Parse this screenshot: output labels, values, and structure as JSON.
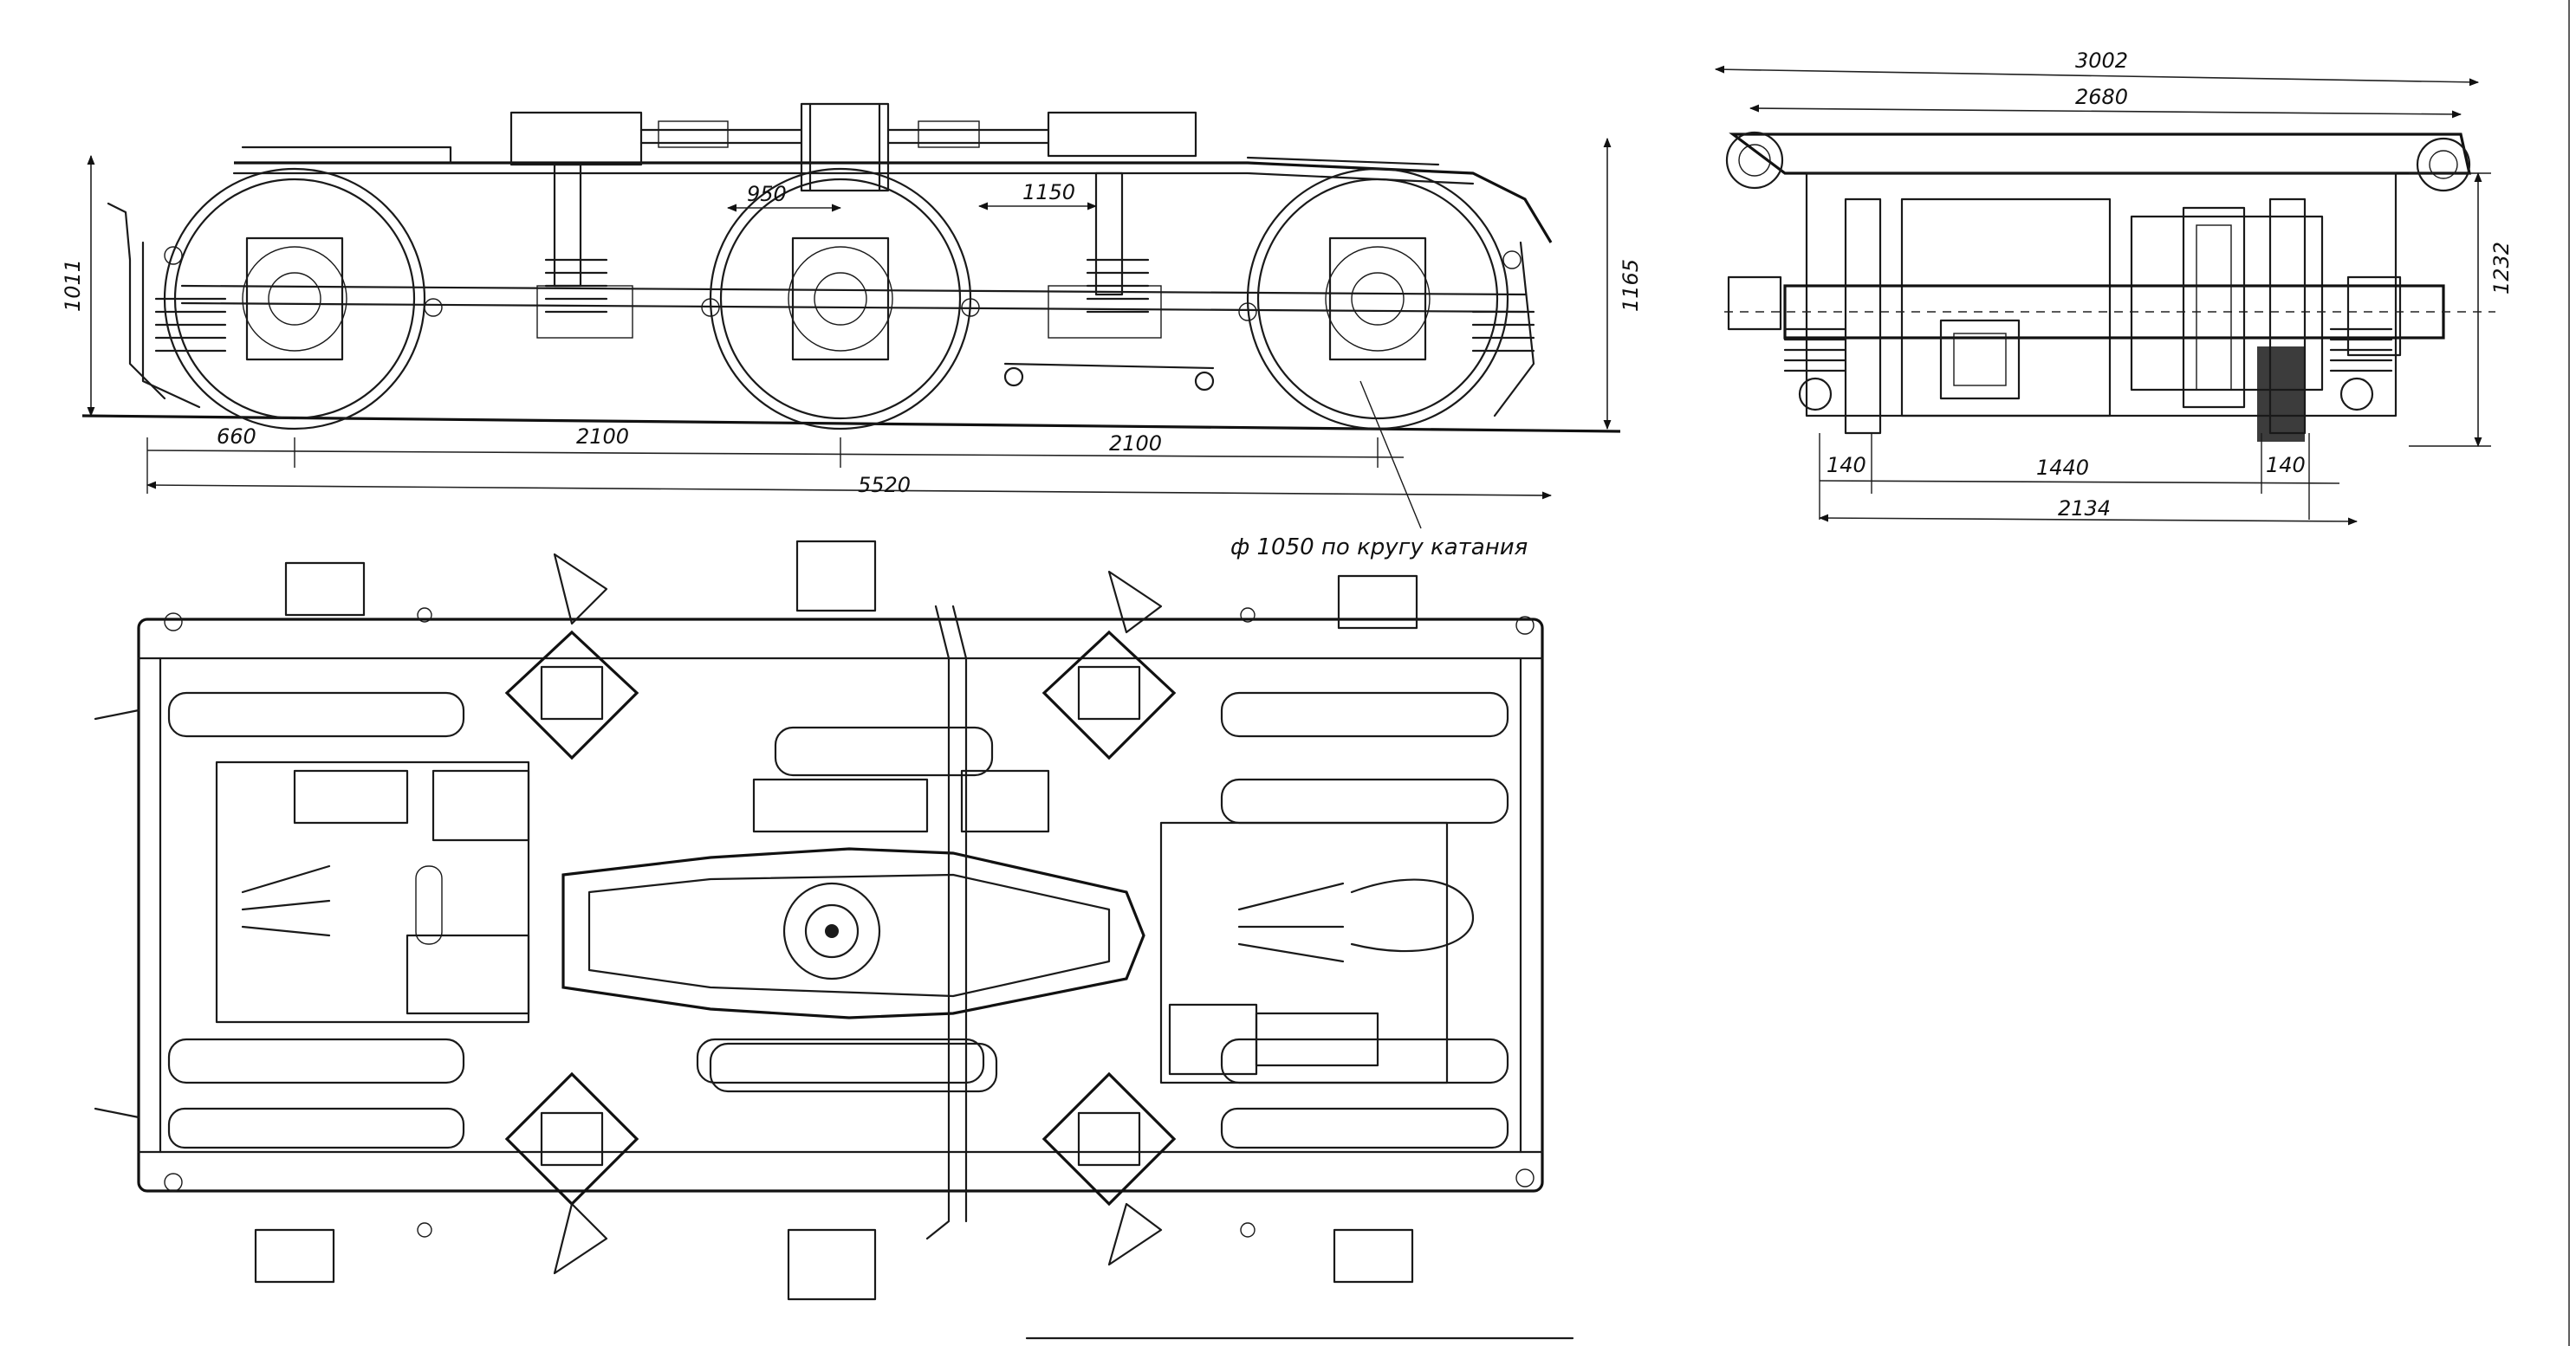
{
  "side_view": {
    "dim_660": "660",
    "dim_2100_left": "2100",
    "dim_2100_right": "2100",
    "dim_950": "950",
    "dim_1150": "1150",
    "dim_5520": "5520",
    "dim_1011": "1011",
    "dim_1165": "1165",
    "wheel_note": "ф 1050 по кругу катания"
  },
  "end_view": {
    "dim_3002": "3002",
    "dim_2680": "2680",
    "dim_1232": "1232",
    "dim_140_left": "140",
    "dim_1440": "1440",
    "dim_140_right": "140",
    "dim_2134": "2134"
  }
}
